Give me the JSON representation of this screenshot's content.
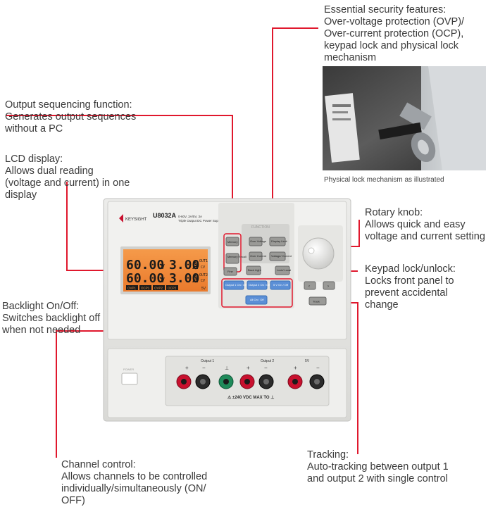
{
  "callouts": {
    "security": {
      "title": "Essential security features:",
      "lines": [
        "Over-voltage protection (OVP)/",
        "Over-current protection (OCP),",
        "keypad lock and physical lock",
        "mechanism"
      ]
    },
    "lock_caption": "Physical lock mechanism as illustrated",
    "sequencing": {
      "title": "Output sequencing function:",
      "lines": [
        "Generates output sequences",
        "without a PC"
      ]
    },
    "lcd": {
      "title": "LCD display:",
      "lines": [
        "Allows dual reading",
        "(voltage and current) in one",
        "display"
      ]
    },
    "rotary": {
      "title": "Rotary knob:",
      "lines": [
        "Allows quick and easy",
        "voltage and current setting"
      ]
    },
    "keypad": {
      "title": "Keypad lock/unlock:",
      "lines": [
        "Locks front panel to",
        "prevent accidental",
        "change"
      ]
    },
    "backlight": {
      "title": "Backlight On/Off:",
      "lines": [
        "Switches backlight off",
        "when not needed"
      ]
    },
    "tracking": {
      "title": "Tracking:",
      "lines": [
        "Auto-tracking between output 1",
        "and output 2 with single control"
      ]
    },
    "channel": {
      "title": "Channel control:",
      "lines": [
        "Allows channels to be controlled",
        "individually/simultaneously (ON/",
        "OFF)"
      ]
    }
  },
  "device": {
    "brand": "KEYSIGHT",
    "model": "U8032A",
    "spec_line1": "0-60V, 3A/5V, 3A",
    "spec_line2": "Triple Output DC Power Supply",
    "lcd": {
      "row1_voltage": "60.00",
      "row1_voltage_unit": "V",
      "row1_current": "3.00",
      "row1_current_unit": "A",
      "row1_tag": "OUT1",
      "row1_mode": "CV",
      "row2_voltage": "60.00",
      "row2_voltage_unit": "V",
      "row2_current": "3.00",
      "row2_current_unit": "A",
      "row2_tag": "OUT2",
      "row2_mode": "CV",
      "flags": [
        "OVP1",
        "OCP1",
        "OVP2",
        "OCP2"
      ],
      "bottom_right": "5V"
    },
    "buttons": {
      "memory": "Memory",
      "memory_recall": "Memory Recall",
      "over_voltage": "Over Voltage",
      "over_current": "Over Current",
      "display_limit": "Display Limit",
      "voltage_current": "Voltage/ Current",
      "function_label": "FUNCTION",
      "fine": "Fine",
      "backlight": "Back Light",
      "lock": "Lock/ Local",
      "output1": "Output 1 On / Off",
      "output2": "Output 2 On / Off",
      "output5v": "5 V On / Off",
      "all": "All On / Off",
      "arrow_left": "‹",
      "arrow_right": "›",
      "track": "Track"
    },
    "terminals": {
      "output1": "Output 1",
      "output2": "Output 2",
      "v5": "5V",
      "warning": "⚠ ±240 VDC MAX TO ⊥",
      "plus": "+",
      "minus": "−",
      "ground": "⊥",
      "power_label": "POWER"
    }
  },
  "colors": {
    "callout_line": "#e0182d",
    "lcd_bg": "#f08a3c",
    "lcd_text": "#1b1b1b",
    "button_blue": "#5b8fd6",
    "terminal_red": "#c8102e",
    "terminal_green": "#1f8a5a"
  }
}
